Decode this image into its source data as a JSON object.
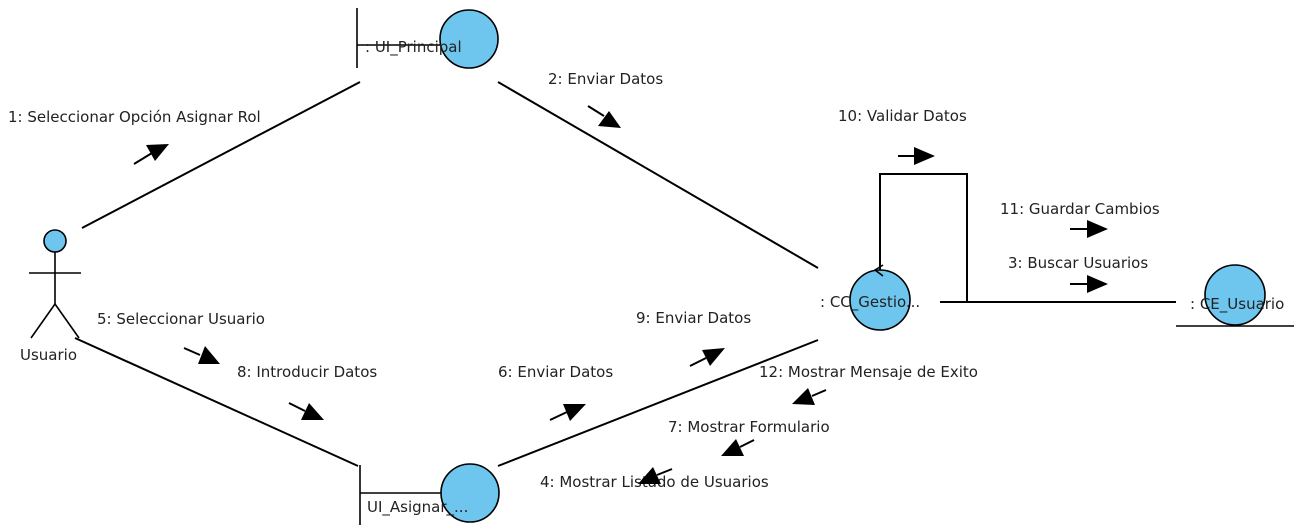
{
  "diagram": {
    "type": "UML communication diagram",
    "fill_color": "#6ec6ee",
    "actor": {
      "label": "Usuario"
    },
    "objects": {
      "ui_principal": ": UI_Principal",
      "ui_asignar": "UI_Asignar_...",
      "cc_gestion": ": CC_Gestio...",
      "ce_usuario": ": CE_Usuario"
    },
    "messages": [
      "1: Seleccionar Opción Asignar Rol",
      "2: Enviar Datos",
      "3: Buscar Usuarios",
      "4: Mostrar Listado de Usuarios",
      "5: Seleccionar Usuario",
      "6: Enviar Datos",
      "7: Mostrar Formulario",
      "8: Introducir Datos",
      "9: Enviar Datos",
      "10: Validar Datos",
      "11: Guardar Cambios",
      "12: Mostrar Mensaje de Exito"
    ]
  }
}
